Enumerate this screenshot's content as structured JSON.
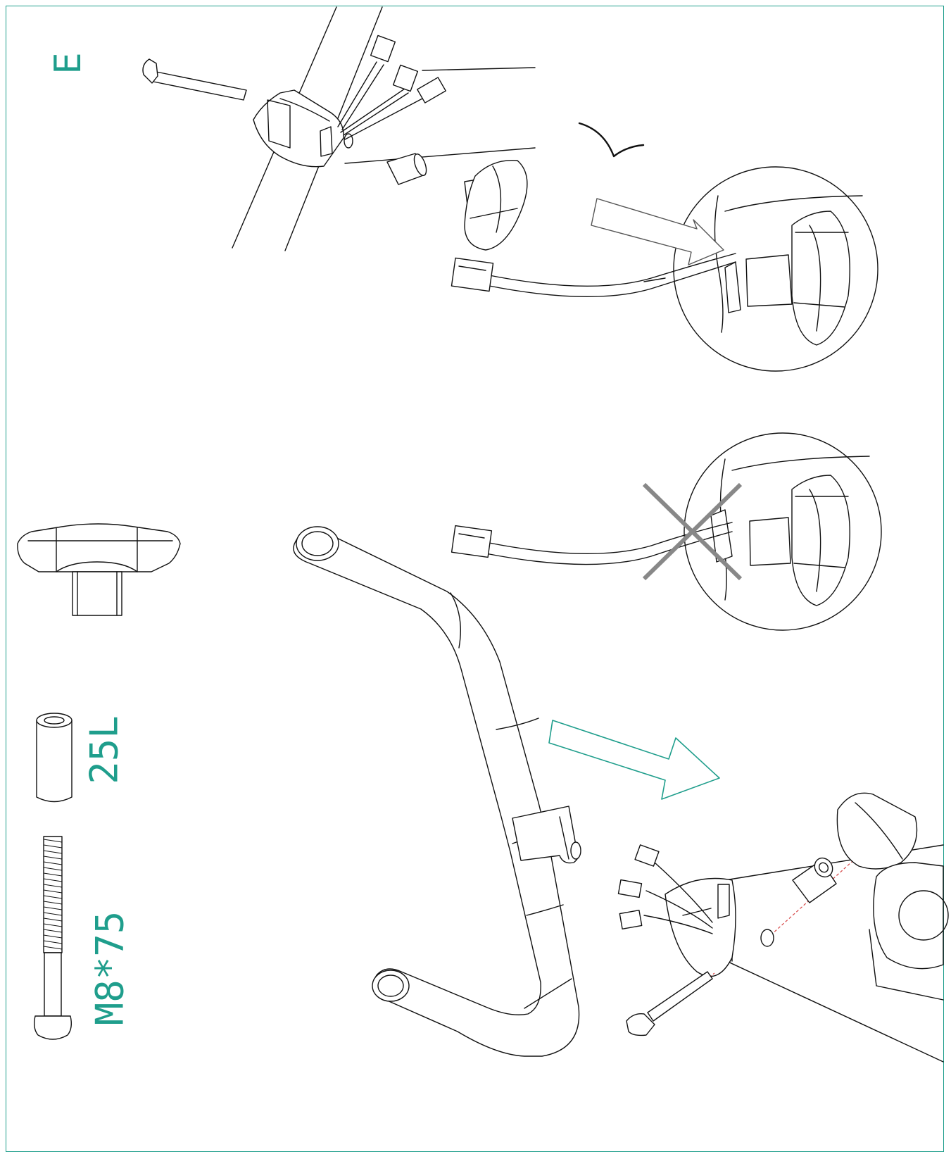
{
  "step": {
    "letter": "E"
  },
  "parts": {
    "spacer": {
      "label": "25L"
    },
    "bolt": {
      "label": "M8*75"
    }
  },
  "colors": {
    "accent": "#1f9e8c",
    "line": "#111111",
    "guide": "#d64545"
  },
  "icons": {
    "correct": "check-mark-icon",
    "incorrect": "cross-mark-icon",
    "direction": "arrow-icon"
  }
}
